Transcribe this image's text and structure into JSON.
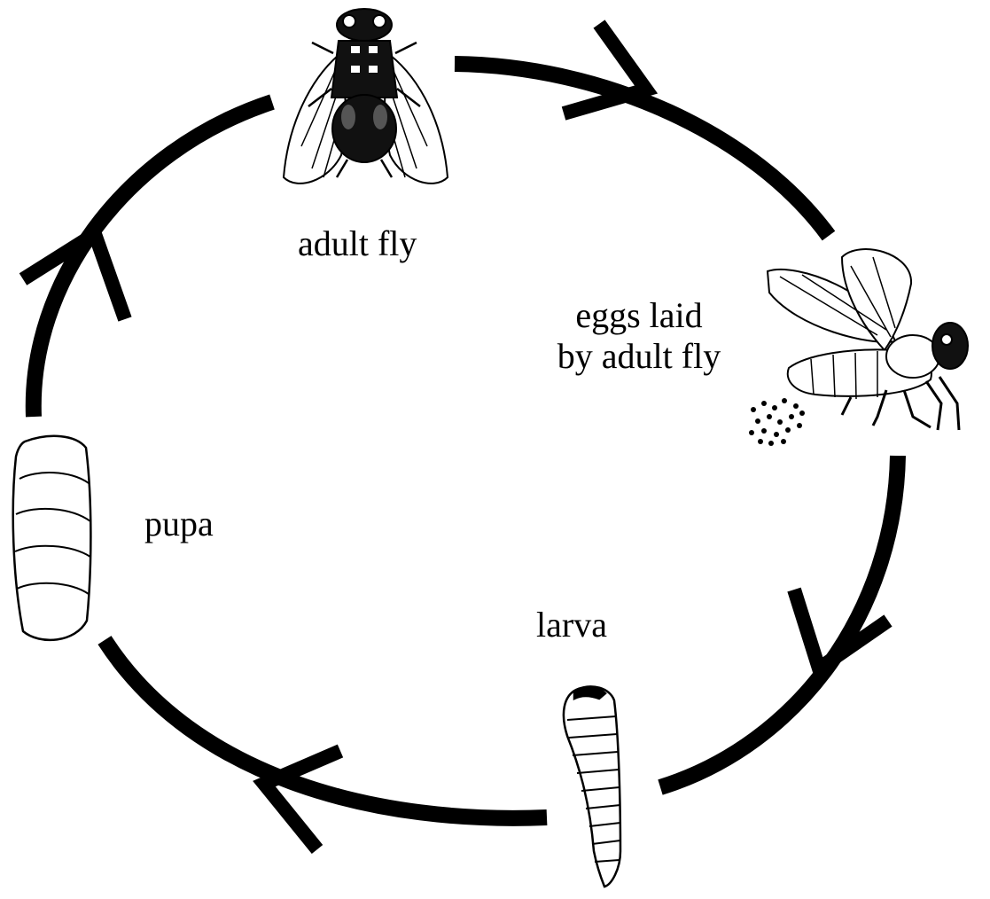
{
  "labels": {
    "adult": "adult fly",
    "eggs_line1": "eggs laid",
    "eggs_line2": "by adult fly",
    "larva": "larva",
    "pupa": "pupa"
  },
  "stages": [
    {
      "name": "adult fly",
      "icon": "housefly-top-view-icon"
    },
    {
      "name": "eggs laid by adult fly",
      "icon": "fly-laying-eggs-icon"
    },
    {
      "name": "larva",
      "icon": "larva-icon"
    },
    {
      "name": "pupa",
      "icon": "pupa-icon"
    }
  ],
  "colors": {
    "stroke": "#000000",
    "background": "#ffffff"
  }
}
